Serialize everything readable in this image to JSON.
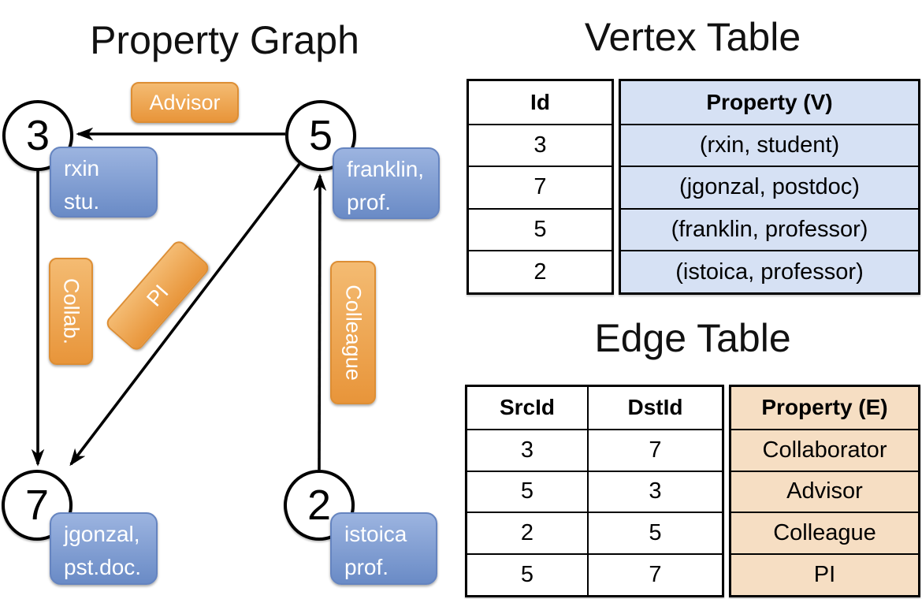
{
  "colors": {
    "edge_label_orange_top": "#F4BB72",
    "edge_label_orange_bottom": "#E8953A",
    "vertex_box_blue_top": "#9CB4E0",
    "vertex_box_blue_bottom": "#6A8BC6",
    "vertex_table_fill": "#D6E1F4",
    "edge_table_fill": "#F6DEC3",
    "line_color": "#000000"
  },
  "graph": {
    "title": "Property Graph",
    "vertices": {
      "v3": {
        "id": "3",
        "line1": "rxin",
        "line2": "stu."
      },
      "v5": {
        "id": "5",
        "line1": "franklin,",
        "line2": "prof."
      },
      "v7": {
        "id": "7",
        "line1": "jgonzal,",
        "line2": "pst.doc."
      },
      "v2": {
        "id": "2",
        "line1": "istoica",
        "line2": "prof."
      }
    },
    "edge_labels": {
      "advisor": "Advisor",
      "collab": "Collab.",
      "pi": "PI",
      "colleague": "Colleague"
    }
  },
  "vertex_table": {
    "title": "Vertex Table",
    "headers": {
      "id": "Id",
      "property": "Property (V)"
    },
    "rows": [
      {
        "id": "3",
        "property": "(rxin, student)"
      },
      {
        "id": "7",
        "property": "(jgonzal, postdoc)"
      },
      {
        "id": "5",
        "property": "(franklin, professor)"
      },
      {
        "id": "2",
        "property": "(istoica, professor)"
      }
    ]
  },
  "edge_table": {
    "title": "Edge Table",
    "headers": {
      "src": "SrcId",
      "dst": "DstId",
      "property": "Property (E)"
    },
    "rows": [
      {
        "src": "3",
        "dst": "7",
        "property": "Collaborator"
      },
      {
        "src": "5",
        "dst": "3",
        "property": "Advisor"
      },
      {
        "src": "2",
        "dst": "5",
        "property": "Colleague"
      },
      {
        "src": "5",
        "dst": "7",
        "property": "PI"
      }
    ]
  }
}
